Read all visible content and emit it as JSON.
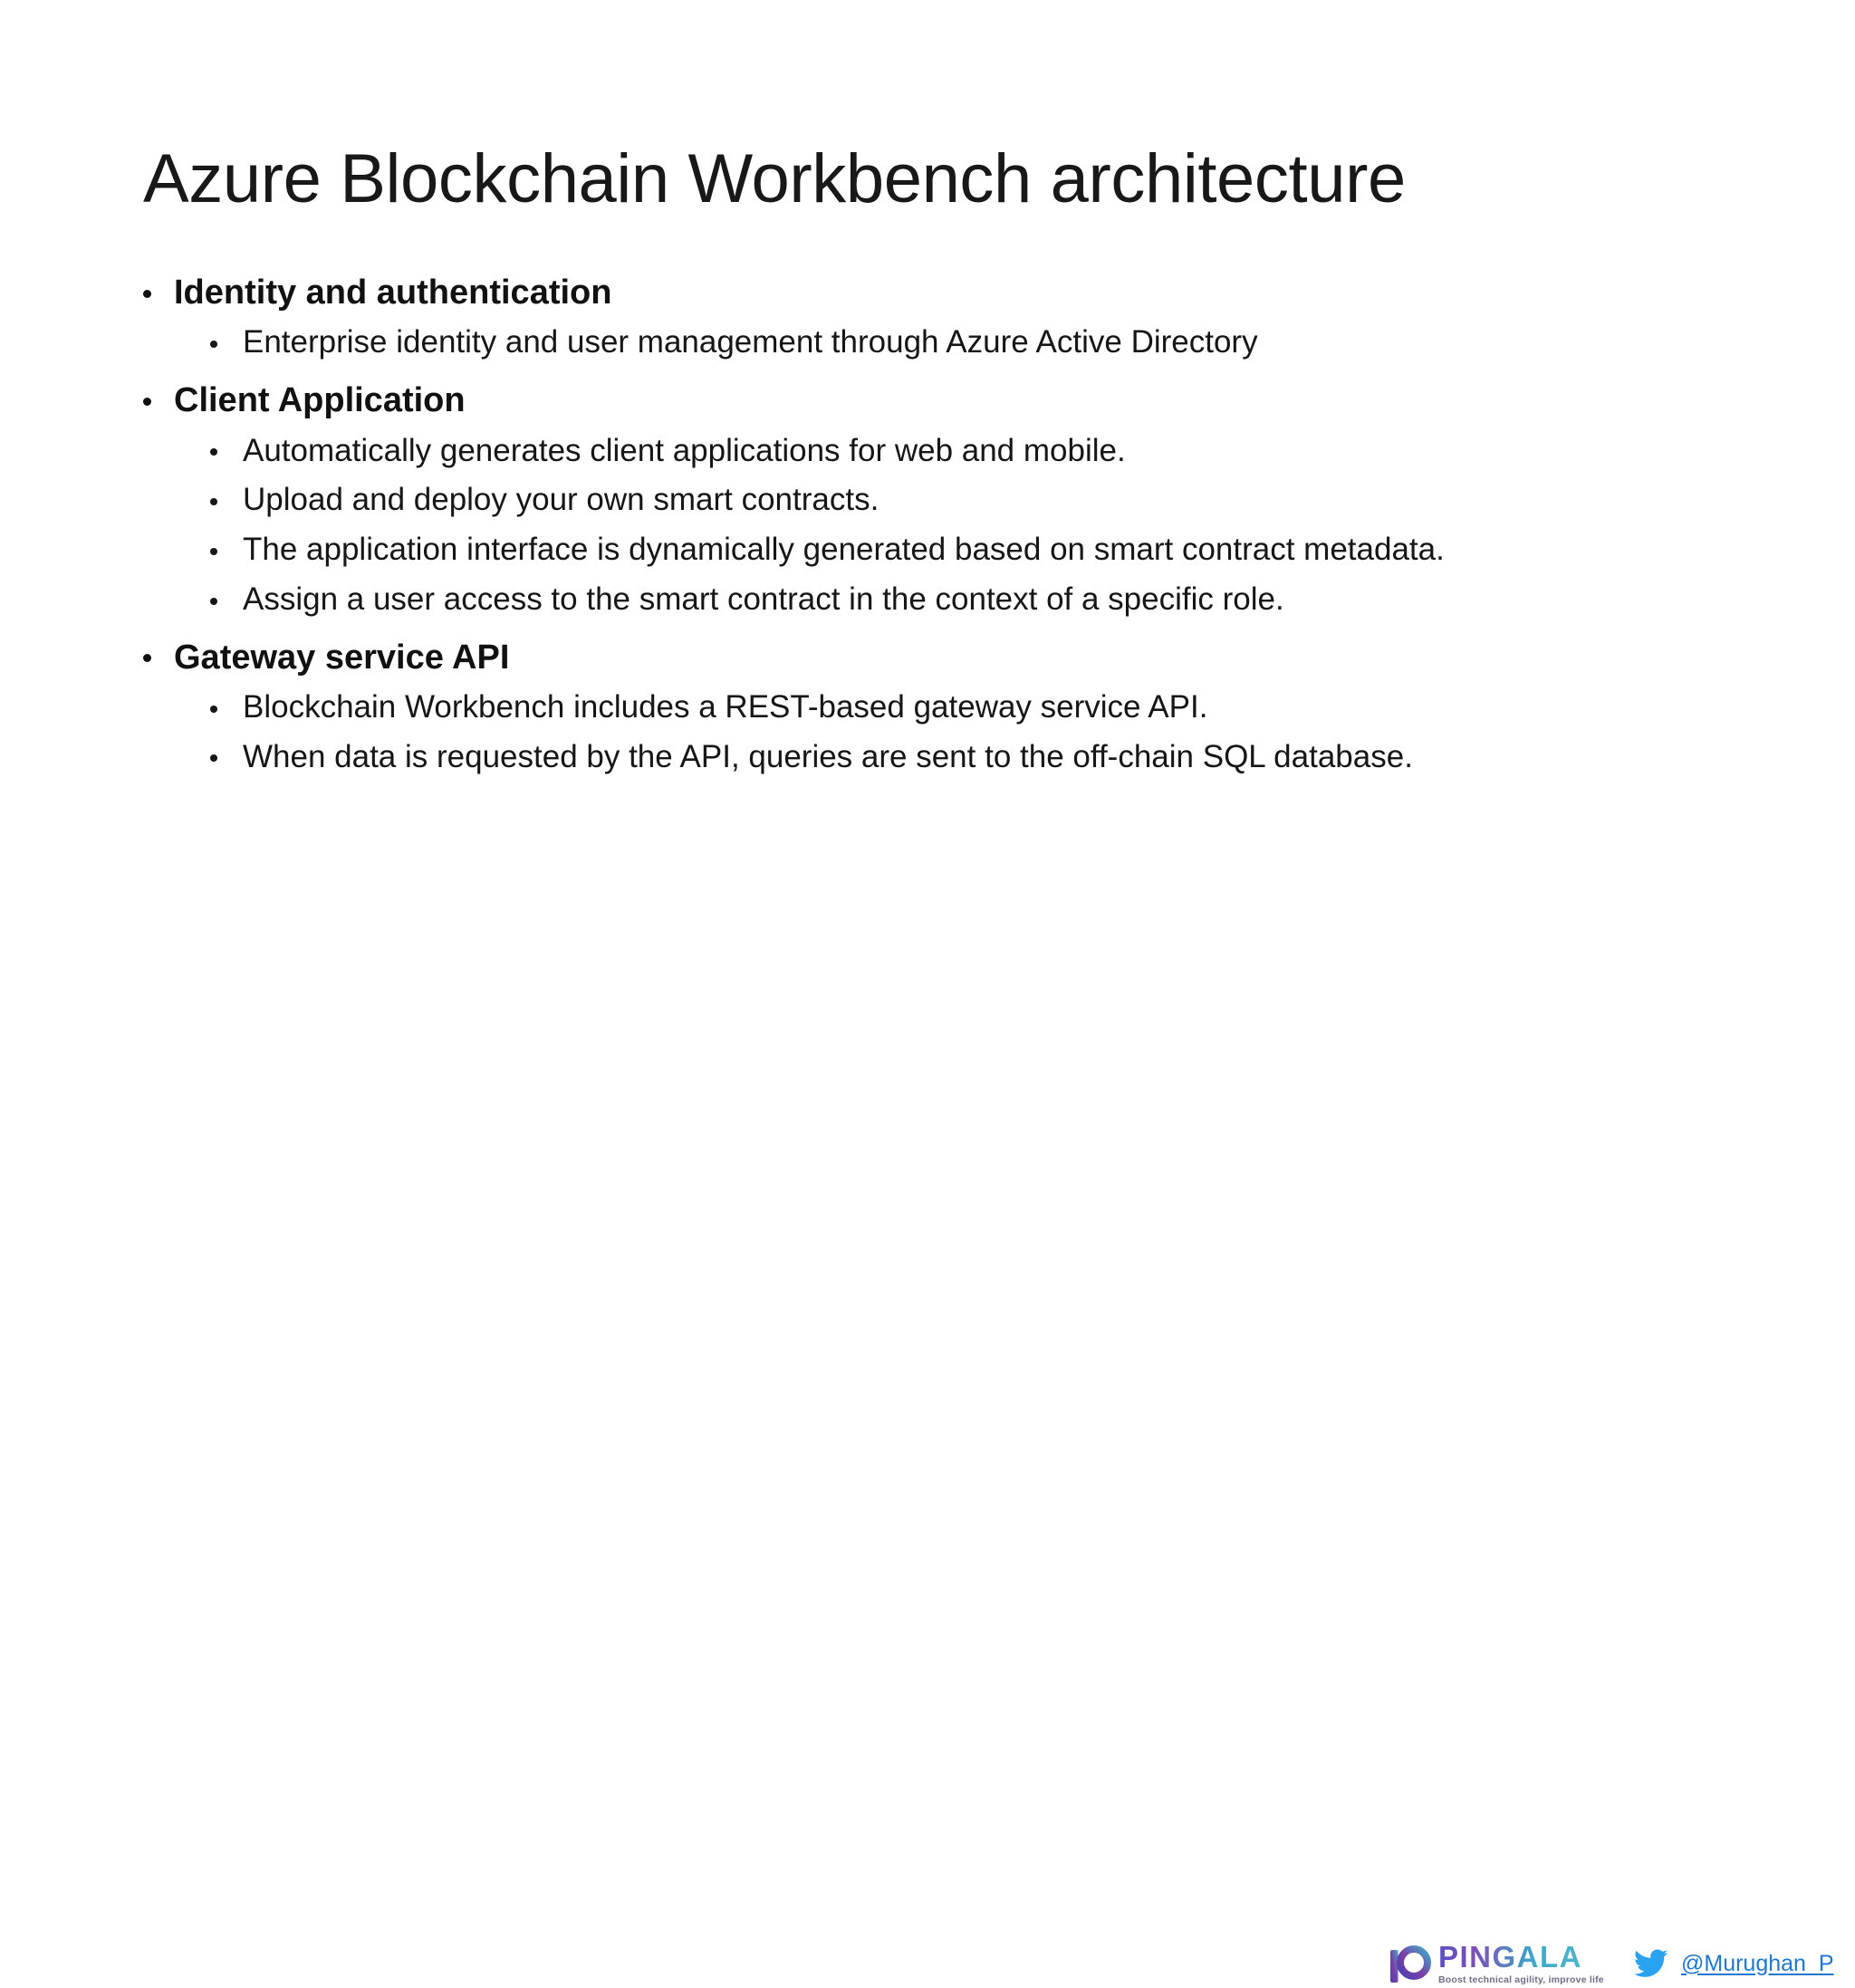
{
  "slide": {
    "title": "Azure Blockchain Workbench architecture",
    "background_color": "#ffffff",
    "text_color": "#111111",
    "sections": [
      {
        "heading": "Identity and authentication",
        "items": [
          "Enterprise identity and user management through Azure Active Directory"
        ]
      },
      {
        "heading": "Client Application",
        "items": [
          "Automatically generates client applications for web and mobile.",
          "Upload and deploy your own smart contracts.",
          "The application interface is dynamically generated based on smart contract metadata.",
          "Assign a user access to the smart contract in the context of a specific role."
        ]
      },
      {
        "heading": "Gateway service API",
        "items": [
          "Blockchain Workbench includes a REST-based gateway service API.",
          "When data is requested by the API, queries are sent to the off-chain SQL database."
        ]
      }
    ]
  },
  "footer": {
    "logo": {
      "wordmark": "PINGALA",
      "tagline": "Boost technical agility, improve life",
      "mark_name": "pingala-ten-circle-logo",
      "gradient_start": "#5b4fc4",
      "gradient_end": "#56b8cf"
    },
    "twitter": {
      "icon_name": "twitter-bird-icon",
      "handle": "@Murughan_P",
      "link_color": "#1f77d0"
    }
  }
}
